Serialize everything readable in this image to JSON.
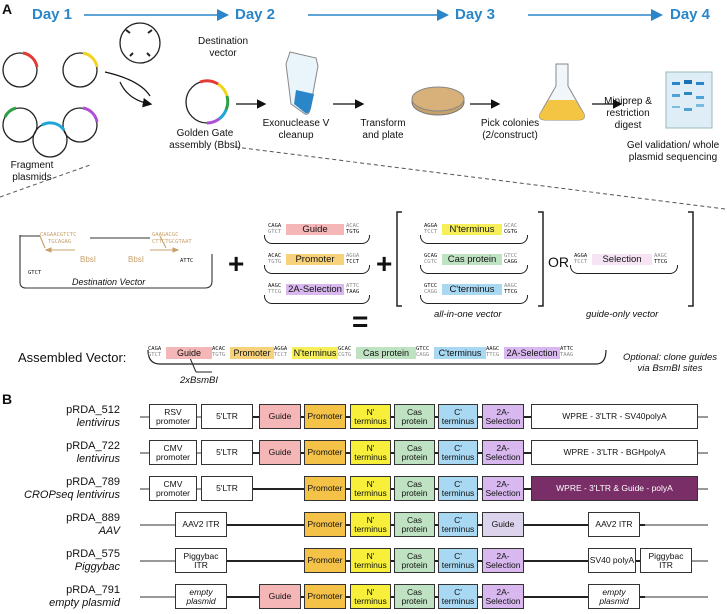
{
  "panel_a": {
    "letter": "A",
    "days": [
      "Day 1",
      "Day 2",
      "Day 3",
      "Day 4"
    ],
    "destination_vector_label": "Destination vector",
    "fragment_plasmids_label": "Fragment plasmids",
    "steps": {
      "golden_gate": "Golden Gate assembly (BbsI)",
      "exonuclease": "Exonuclease V cleanup",
      "transform": "Transform and plate",
      "pick": "Pick colonies (2/construct)",
      "miniprep": "Miniprep & restriction digest",
      "gel": "Gel validation/ whole plasmid sequencing"
    },
    "dest_vector_caption": "Destination Vector",
    "dest_seq_top": "CAGAACGTCTC",
    "dest_seq_bot": "TGCAGAG",
    "dest_seq_top2": "GAAGACGC",
    "dest_seq_bot2": "CTTCTGCGTAAT",
    "dest_left_overhang": "GTCT",
    "dest_right_overhang": "ATTC",
    "bbsi": "BbsI",
    "plus": "+",
    "or": "OR",
    "equals": "=",
    "fragments_group1": [
      {
        "left": "CAGA",
        "left2": "GTCT",
        "label": "Guide",
        "right": "ACAC",
        "right2": "TGTG",
        "color": "#f4b6b6"
      },
      {
        "left": "ACAC",
        "left2": "TGTG",
        "label": "Promoter",
        "right": "AGGA",
        "right2": "TCCT",
        "color": "#f7d27a"
      },
      {
        "left": "AAGC",
        "left2": "TTCG",
        "label": "2A-Selection",
        "right": "ATTC",
        "right2": "TAAG",
        "color": "#d8b8ef"
      }
    ],
    "fragments_group2": [
      {
        "left": "AGGA",
        "left2": "TCCT",
        "label": "N'terminus",
        "right": "GCAC",
        "right2": "CGTG",
        "color": "#f7ef5a"
      },
      {
        "left": "GCAG",
        "left2": "CGTC",
        "label": "Cas protein",
        "right": "GTCC",
        "right2": "CAGG",
        "color": "#bfe3c2"
      },
      {
        "left": "GTCC",
        "left2": "CAGG",
        "label": "C'terminus",
        "right": "AAGC",
        "right2": "TTCG",
        "color": "#a9d8f2"
      }
    ],
    "selection_fragment": {
      "left": "AGGA",
      "left2": "TCCT",
      "label": "Selection",
      "right": "AAGC",
      "right2": "TTCG",
      "color": "#f6e4f5"
    },
    "all_in_one_caption": "all-in-one vector",
    "guide_only_caption": "guide-only vector",
    "assembled_label": "Assembled Vector:",
    "assembled_parts": [
      "Guide",
      "Promoter",
      "N'terminus",
      "Cas protein",
      "C'terminus",
      "2A-Selection"
    ],
    "assembled_overhangs": [
      "CAGA",
      "ACAC",
      "AGGA",
      "GCAC",
      "GTCC",
      "AAGC",
      "ATTC"
    ],
    "assembled_overhangs2": [
      "GTCT",
      "TGTG",
      "TCCT",
      "CGTG",
      "CAGG",
      "TTCG",
      "TAAG"
    ],
    "bsmbi_note": "2xBsmBI",
    "optional_note": "Optional: clone guides via BsmBI sites"
  },
  "panel_b": {
    "letter": "B",
    "constructs": [
      {
        "name": "pRDA_512",
        "type": "lentivirus",
        "segs": [
          "RSV promoter",
          "5'LTR",
          "Guide",
          "Promoter",
          "N' terminus",
          "Cas protein",
          "C' terminus",
          "2A-Selection",
          "WPRE - 3'LTR - SV40polyA"
        ]
      },
      {
        "name": "pRDA_722",
        "type": "lentivirus",
        "segs": [
          "CMV promoter",
          "5'LTR",
          "Guide",
          "Promoter",
          "N' terminus",
          "Cas protein",
          "C' terminus",
          "2A-Selection",
          "WPRE - 3'LTR - BGHpolyA"
        ]
      },
      {
        "name": "pRDA_789",
        "type": "CROPseq lentivirus",
        "segs": [
          "CMV promoter",
          "5'LTR",
          "Promoter",
          "N' terminus",
          "Cas protein",
          "C' terminus",
          "2A-Selection",
          "WPRE - 3'LTR & Guide - polyA"
        ]
      },
      {
        "name": "pRDA_889",
        "type": "AAV",
        "segs": [
          "AAV2 ITR",
          "Promoter",
          "N' terminus",
          "Cas protein",
          "C' terminus",
          "Guide",
          "AAV2 ITR"
        ]
      },
      {
        "name": "pRDA_575",
        "type": "Piggybac",
        "segs": [
          "Piggybac ITR",
          "Promoter",
          "N' terminus",
          "Cas protein",
          "C' terminus",
          "2A-Selection",
          "SV40 polyA",
          "Piggybac ITR"
        ]
      },
      {
        "name": "pRDA_791",
        "type": "empty plasmid",
        "segs": [
          "empty plasmid",
          "Guide",
          "Promoter",
          "N' terminus",
          "Cas protein",
          "C' terminus",
          "2A-Selection",
          "empty plasmid"
        ]
      }
    ],
    "colors": {
      "guide": "#f4b6b6",
      "promoter": "#f5c248",
      "nterm": "#f7ef3a",
      "cas": "#bfe3c2",
      "cterm": "#a9d8f2",
      "selection": "#d8b8ef",
      "guide_aav": "#dcd3ec",
      "cropseq": "#7a2e67"
    }
  }
}
